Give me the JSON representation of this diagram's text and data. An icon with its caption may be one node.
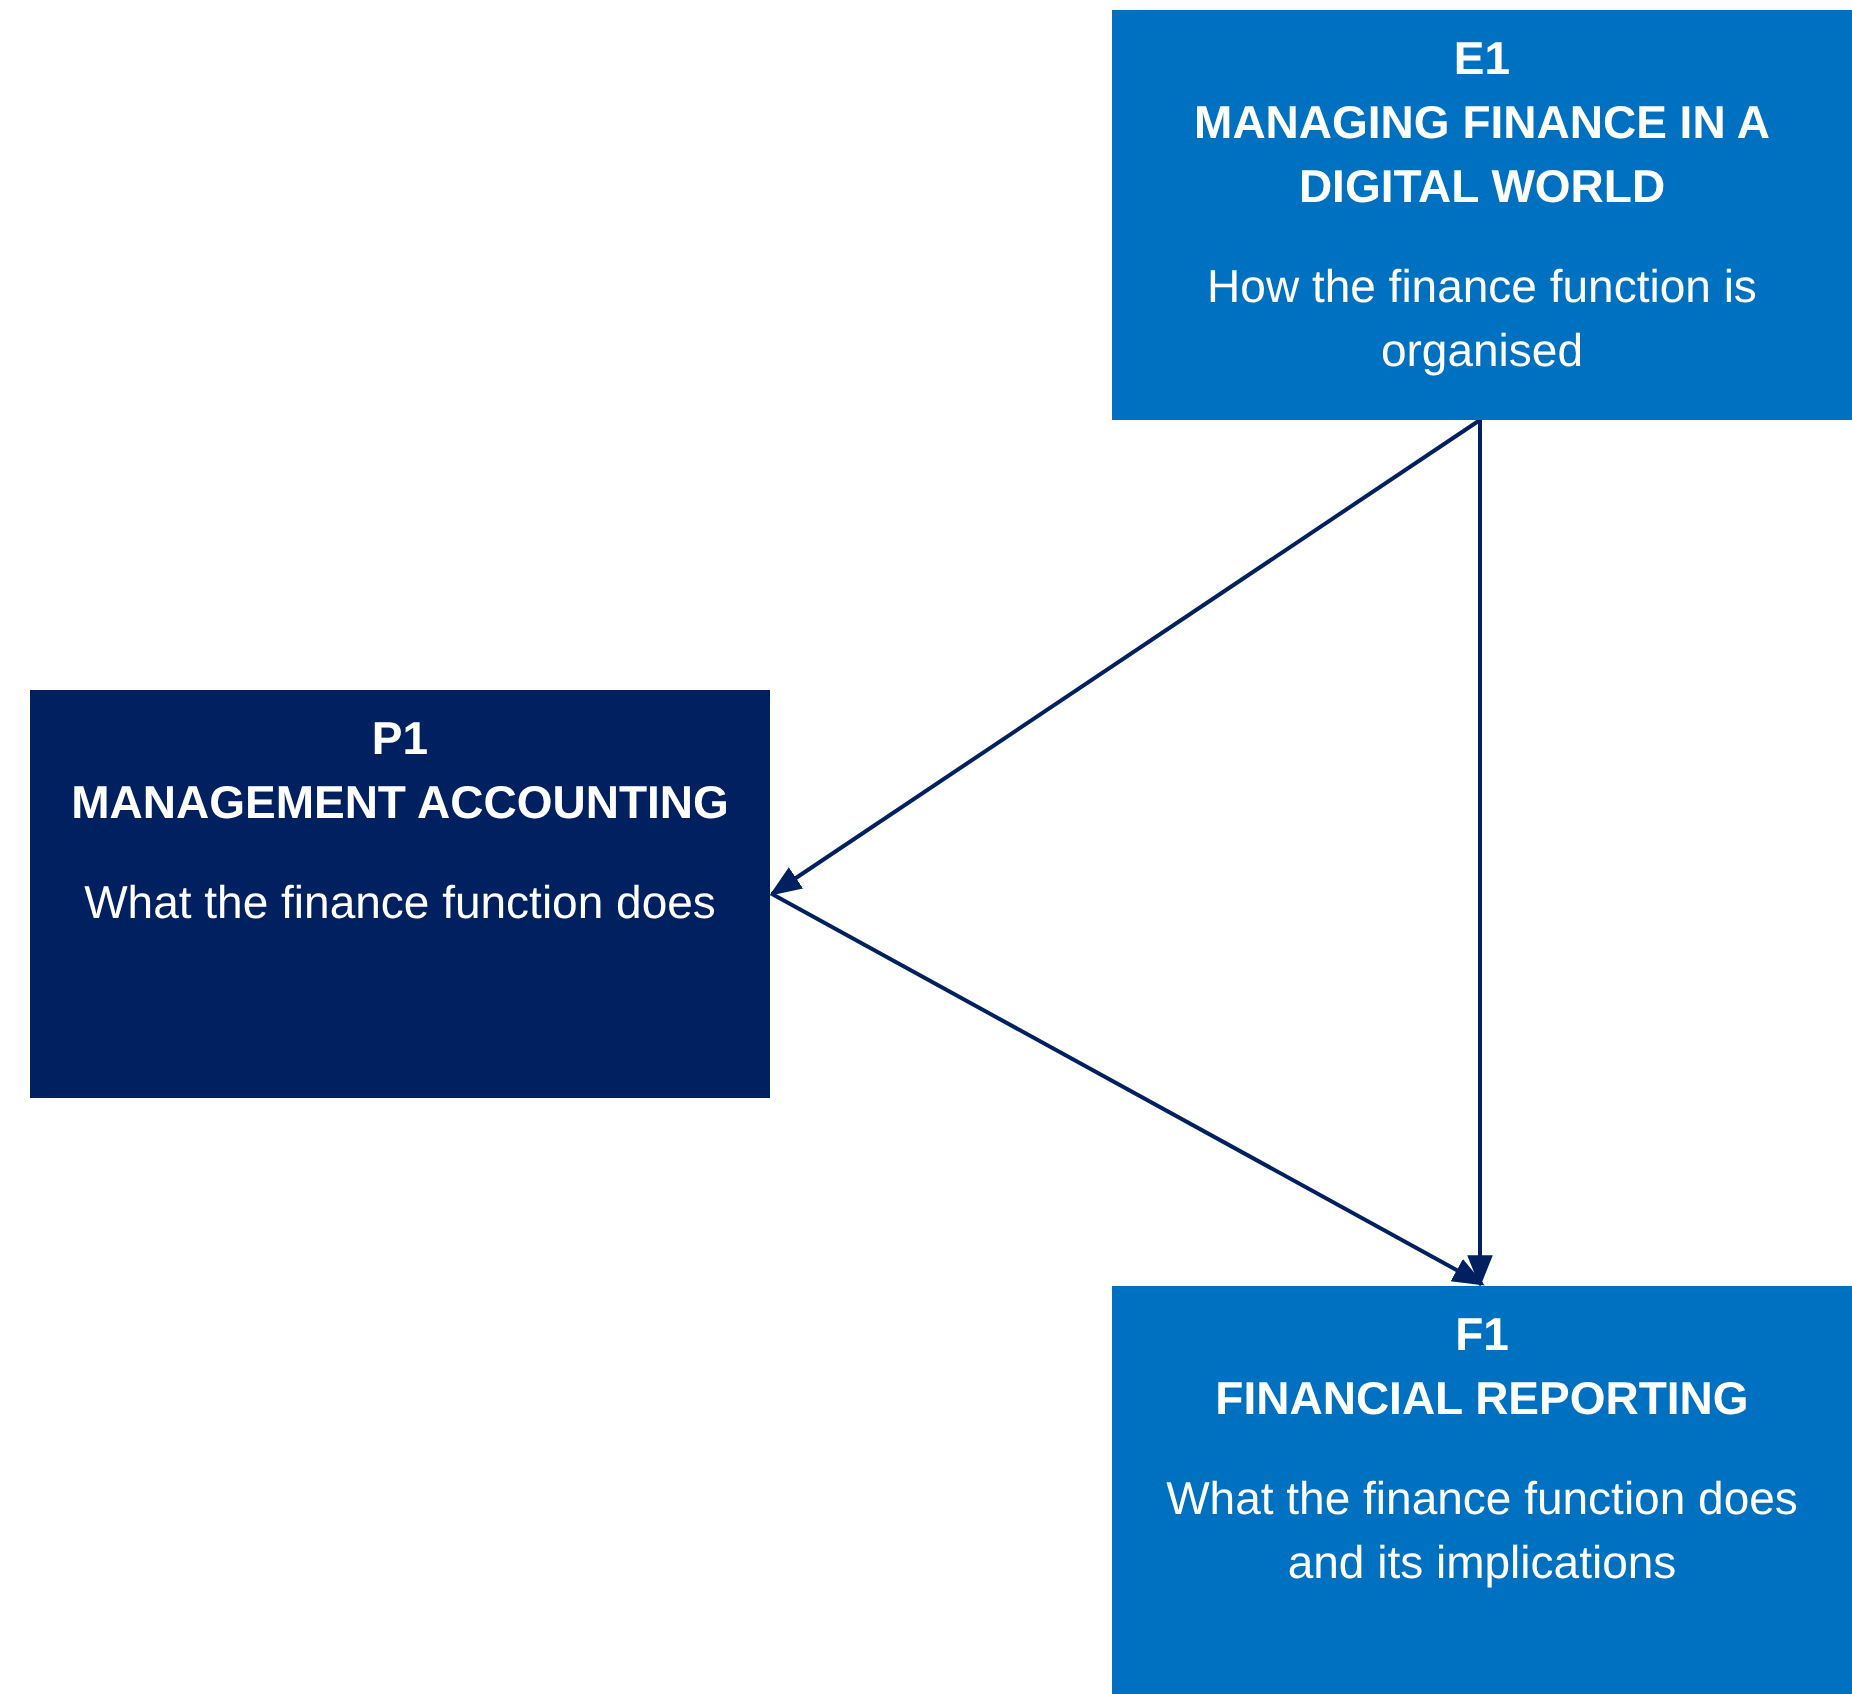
{
  "diagram": {
    "nodes": [
      {
        "text": [
          "E1",
          "MANAGING FINANCE IN A DIGITAL WORLD",
          "How the finance function is organised"
        ]
      },
      {
        "text": [
          "P1",
          "MANAGEMENT ACCOUNTING",
          "What the finance function does"
        ]
      },
      {
        "text": [
          "F1",
          "FINANCIAL REPORTING",
          "What the finance function does and its implications"
        ]
      }
    ],
    "edges": [
      {
        "from": 0,
        "to": 1,
        "arrow": "to"
      },
      {
        "from": 1,
        "to": 2,
        "arrow": "to"
      },
      {
        "from": 0,
        "to": 2,
        "arrow": "to"
      }
    ]
  }
}
